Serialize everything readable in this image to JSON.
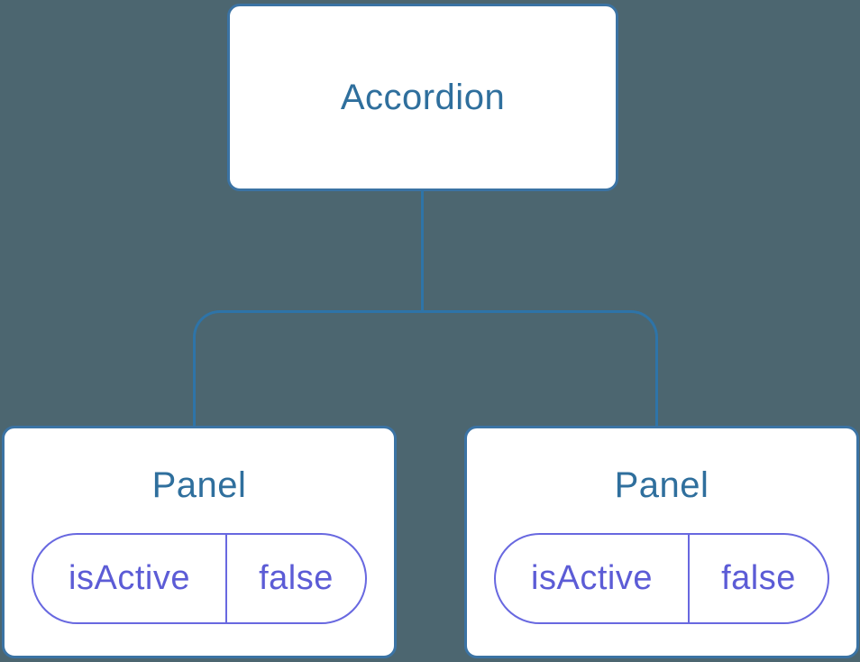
{
  "diagram": {
    "type": "component-tree",
    "colors": {
      "background": "#4C6670",
      "node_fill": "#ffffff",
      "node_border": "#3B73A4",
      "connector": "#2E74A8",
      "title_text": "#2F6F9D",
      "state_accent": "#5C5CD6"
    },
    "root": {
      "label": "Accordion"
    },
    "children": [
      {
        "label": "Panel",
        "state": {
          "key": "isActive",
          "value": "false"
        }
      },
      {
        "label": "Panel",
        "state": {
          "key": "isActive",
          "value": "false"
        }
      }
    ]
  }
}
